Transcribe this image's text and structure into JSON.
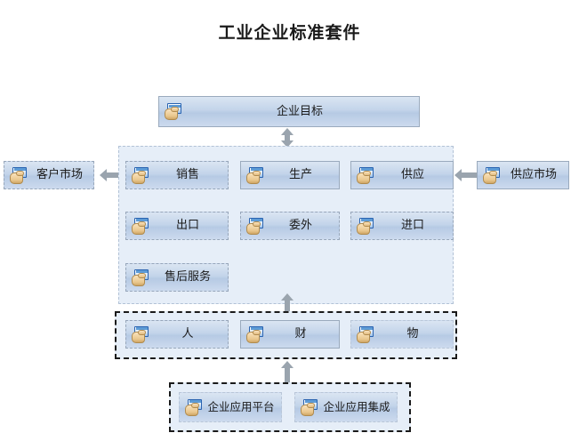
{
  "title": "工业企业标准套件",
  "icon": "app-window-hand-icon",
  "goal": {
    "label": "企业目标",
    "border": "solid"
  },
  "external": {
    "customer_market": {
      "label": "客户市场",
      "border": "dashed"
    },
    "supply_market": {
      "label": "供应市场",
      "border": "solid"
    }
  },
  "core": {
    "row1": [
      {
        "label": "销售",
        "border": "dashed"
      },
      {
        "label": "生产",
        "border": "solid"
      },
      {
        "label": "供应",
        "border": "solid"
      }
    ],
    "row2": [
      {
        "label": "出口",
        "border": "dashed"
      },
      {
        "label": "委外",
        "border": "dashed"
      },
      {
        "label": "进口",
        "border": "dashed"
      }
    ],
    "row3": [
      {
        "label": "售后服务",
        "border": "dashed"
      }
    ]
  },
  "resources": [
    {
      "label": "人",
      "border": "dashed"
    },
    {
      "label": "财",
      "border": "solid"
    },
    {
      "label": "物",
      "border": "faint"
    }
  ],
  "platform": [
    {
      "label": "企业应用平台",
      "border": "faint"
    },
    {
      "label": "企业应用集成",
      "border": "faint"
    }
  ],
  "arrows": {
    "goal_to_core": "double-vertical-arrow",
    "resources_to_core": "up-arrow",
    "platform_to_resources": "up-arrow",
    "sales_to_customer_market": "left-arrow",
    "supply_market_to_supply": "left-arrow"
  },
  "colors": {
    "node_fill_top": "#dae5f2",
    "node_fill_bottom": "#b6cae4",
    "container_fill": "#e6eef8",
    "border_solid": "#9aaabd",
    "border_dashed_dark": "#1a1a1a",
    "arrow": "#9aa4ae",
    "icon_screen": "#2a63b0",
    "text": "#1b1b1b"
  }
}
